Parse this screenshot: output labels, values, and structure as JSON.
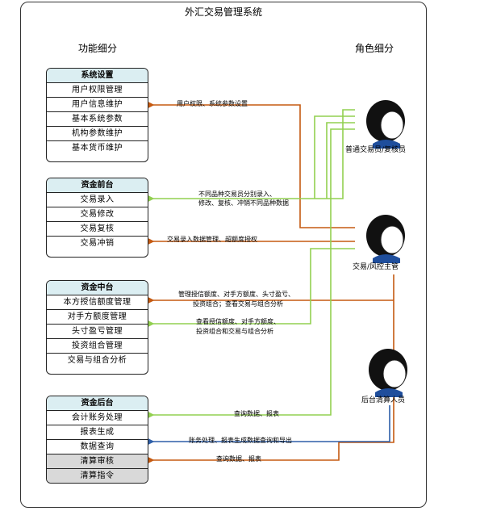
{
  "title": "外汇交易管理系统",
  "columns": {
    "functions": "功能细分",
    "roles": "角色细分"
  },
  "panels": [
    {
      "header": "系统设置",
      "items": [
        "用户权限管理",
        "用户信息维护",
        "基本系统参数",
        "机构参数维护",
        "基本货币维护"
      ]
    },
    {
      "header": "资金前台",
      "items": [
        "交易录入",
        "交易修改",
        "交易复核",
        "交易冲销"
      ]
    },
    {
      "header": "资金中台",
      "items": [
        "本方授信额度管理",
        "对手方额度管理",
        "头寸盈亏管理",
        "投资组合管理",
        "交易与组合分析"
      ]
    },
    {
      "header": "资金后台",
      "items": [
        "会计账务处理",
        "报表生成",
        "数据查询",
        "清算审核",
        "清算指令"
      ]
    }
  ],
  "roles": [
    "普通交易员/复核员",
    "交易/风控主管",
    "后台清算人员"
  ],
  "flow_labels": {
    "system_settings": "用户权限、系统参数设置",
    "front_entry_1": "不同品种交易员分别录入、",
    "front_entry_2": "修改、复核、冲销不同品种数据",
    "front_approval": "交易录入数据管理、超额度授权",
    "mid_manage_1": "管理授信额度、对手方额度、头寸盈亏、",
    "mid_manage_2": "投资组合；查看交易与组合分析",
    "mid_view_1": "查看授信额度、对手方额度、",
    "mid_view_2": "投资组合和交易与组合分析",
    "back_query_1": "查询数据、报表",
    "back_accounting": "账务处理、报表生成数据查询和导出",
    "back_query_2": "查询数据、报表"
  },
  "colors": {
    "orange": "#c55a11",
    "green": "#92d050",
    "blue": "#2e5fa8",
    "header_fill": "#dbeef2",
    "grey_fill": "#d9d9d9"
  }
}
